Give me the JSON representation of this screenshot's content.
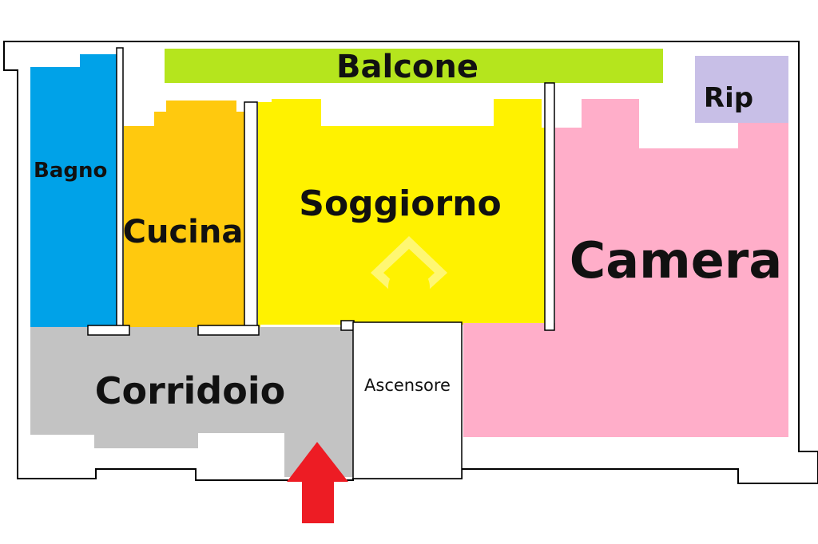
{
  "floor_plan": {
    "rooms": [
      {
        "id": "balcone",
        "label": "Balcone",
        "color": "#b5e51d"
      },
      {
        "id": "rip",
        "label": "Rip",
        "color": "#c8bfe7"
      },
      {
        "id": "bagno",
        "label": "Bagno",
        "color": "#00a2e8"
      },
      {
        "id": "cucina",
        "label": "Cucina",
        "color": "#ffc90e"
      },
      {
        "id": "soggiorno",
        "label": "Soggiorno",
        "color": "#fff200"
      },
      {
        "id": "camera",
        "label": "Camera",
        "color": "#ffaec9"
      },
      {
        "id": "corridoio",
        "label": "Corridoio",
        "color": "#c3c3c3"
      },
      {
        "id": "ascensore",
        "label": "Ascensore",
        "color": "#ffffff"
      }
    ],
    "entrance_arrow_color": "#ed1c24",
    "wall_color": "#000000",
    "watermark_icon": "house-logo-icon"
  }
}
